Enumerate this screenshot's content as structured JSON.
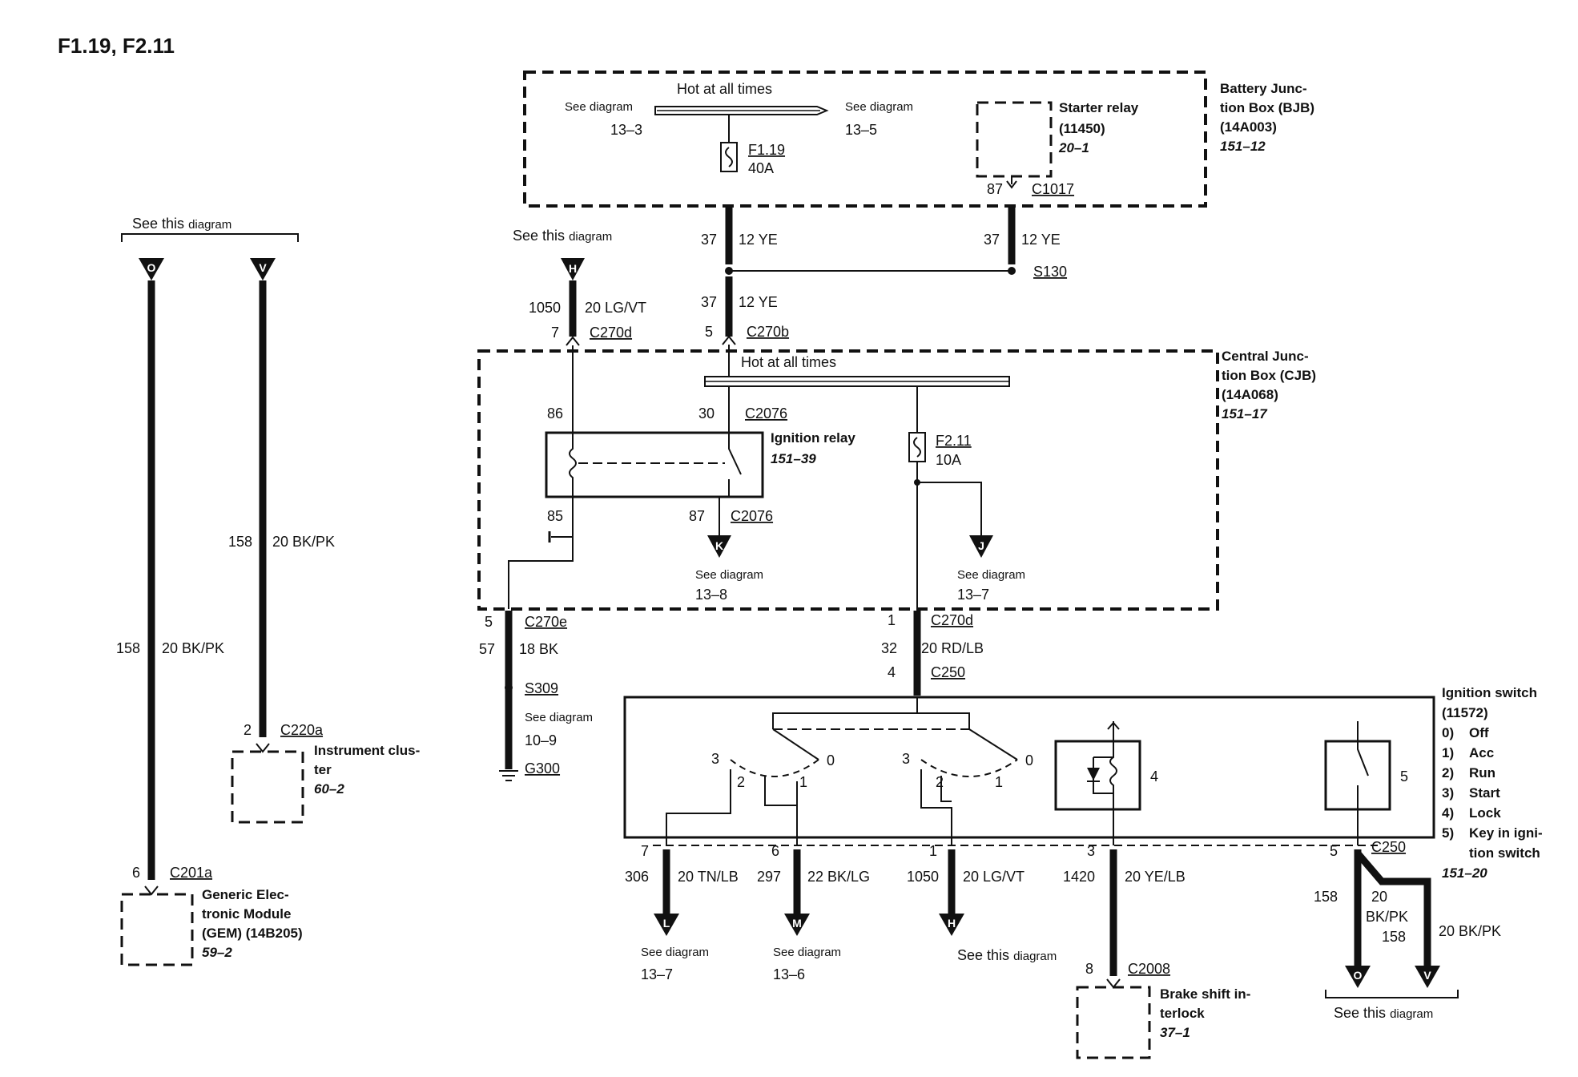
{
  "title": "F1.19, F2.11",
  "bjb": {
    "name_l1": "Battery Junc-",
    "name_l2": "tion Box (BJB)",
    "part": "(14A003)",
    "ref": "151–12",
    "hot": "Hot at all times",
    "see_left": "See diagram",
    "see_left_ref": "13–3",
    "see_right": "See diagram",
    "see_right_ref": "13–5",
    "fuse": "F1.19",
    "fuse_amp": "40A",
    "starter_l1": "Starter relay",
    "starter_part": "(11450)",
    "starter_ref": "20–1",
    "starter_pin": "87",
    "starter_conn": "C1017"
  },
  "wires_top": {
    "w1_num": "37",
    "w1_spec": "12 YE",
    "w2_num": "37",
    "w2_spec": "12 YE",
    "w3_num": "37",
    "w3_spec": "12 YE",
    "splice": "S130",
    "h_see": "See this",
    "h_diag": "diagram",
    "h_letter": "H",
    "h_num": "1050",
    "h_spec": "20 LG/VT",
    "c270d_pin": "7",
    "c270d": "C270d",
    "c270b_pin": "5",
    "c270b": "C270b"
  },
  "cjb": {
    "name_l1": "Central Junc-",
    "name_l2": "tion Box (CJB)",
    "part": "(14A068)",
    "ref": "151–17",
    "hot": "Hot at all times",
    "pin86": "86",
    "pin30": "30",
    "c2076a": "C2076",
    "relay_name": "Ignition relay",
    "relay_ref": "151–39",
    "pin85": "85",
    "pin87": "87",
    "c2076b": "C2076",
    "k_letter": "K",
    "k_see": "See diagram",
    "k_ref": "13–8",
    "fuse": "F2.11",
    "fuse_amp": "10A",
    "j_letter": "J",
    "j_see": "See diagram",
    "j_ref": "13–7"
  },
  "ground": {
    "pin": "5",
    "conn": "C270e",
    "num": "57",
    "spec": "18 BK",
    "splice": "S309",
    "see": "See diagram",
    "see_ref": "10–9",
    "g": "G300"
  },
  "feed": {
    "pin1": "1",
    "conn1": "C270d",
    "num": "32",
    "spec": "20 RD/LB",
    "pin4": "4",
    "conn4": "C250"
  },
  "left": {
    "see": "See this",
    "diag": "diagram",
    "o_letter": "O",
    "v_letter": "V",
    "v_num": "158",
    "v_spec": "20 BK/PK",
    "o_num": "158",
    "o_spec": "20 BK/PK",
    "ic_pin": "2",
    "ic_conn": "C220a",
    "ic_l1": "Instrument clus-",
    "ic_l2": "ter",
    "ic_ref": "60–2",
    "gem_pin": "6",
    "gem_conn": "C201a",
    "gem_l1": "Generic Elec-",
    "gem_l2": "tronic Module",
    "gem_l3": "(GEM) (14B205)",
    "gem_ref": "59–2"
  },
  "switch": {
    "name": "Ignition switch",
    "part": "(11572)",
    "p0": "0)",
    "l0": "Off",
    "p1": "1)",
    "l1": "Acc",
    "p2": "2)",
    "l2": "Run",
    "p3": "3)",
    "l3": "Start",
    "p4": "4)",
    "l4": "Lock",
    "p5": "5)",
    "l5a": "Key in igni-",
    "l5b": "tion switch",
    "ref": "151–20",
    "a3": "3",
    "a2": "2",
    "a1": "1",
    "a0": "0",
    "b3": "3",
    "b2": "2",
    "b1": "1",
    "b0": "0",
    "c4": "4",
    "c5": "5"
  },
  "outputs": {
    "l_pin": "7",
    "l_num": "306",
    "l_spec": "20 TN/LB",
    "l_letter": "L",
    "l_see": "See diagram",
    "l_ref": "13–7",
    "m_pin": "6",
    "m_num": "297",
    "m_spec": "22 BK/LG",
    "m_letter": "M",
    "m_see": "See diagram",
    "m_ref": "13–6",
    "h_pin": "1",
    "h_num": "1050",
    "h_spec": "20 LG/VT",
    "h_letter": "H",
    "h_see": "See this",
    "h_diag": "diagram",
    "bs_pin": "3",
    "bs_num": "1420",
    "bs_spec": "20 YE/LB",
    "bs_conn_pin": "8",
    "bs_conn": "C2008",
    "bs_l1": "Brake shift in-",
    "bs_l2": "terlock",
    "bs_ref": "37–1",
    "k_pin": "5",
    "k_conn": "C250",
    "k_num": "158",
    "k_spec1": "20",
    "k_spec2": "BK/PK",
    "k2_num": "158",
    "k2_spec": "20 BK/PK",
    "o_letter": "O",
    "v_letter": "V",
    "see": "See this",
    "diag": "diagram"
  }
}
